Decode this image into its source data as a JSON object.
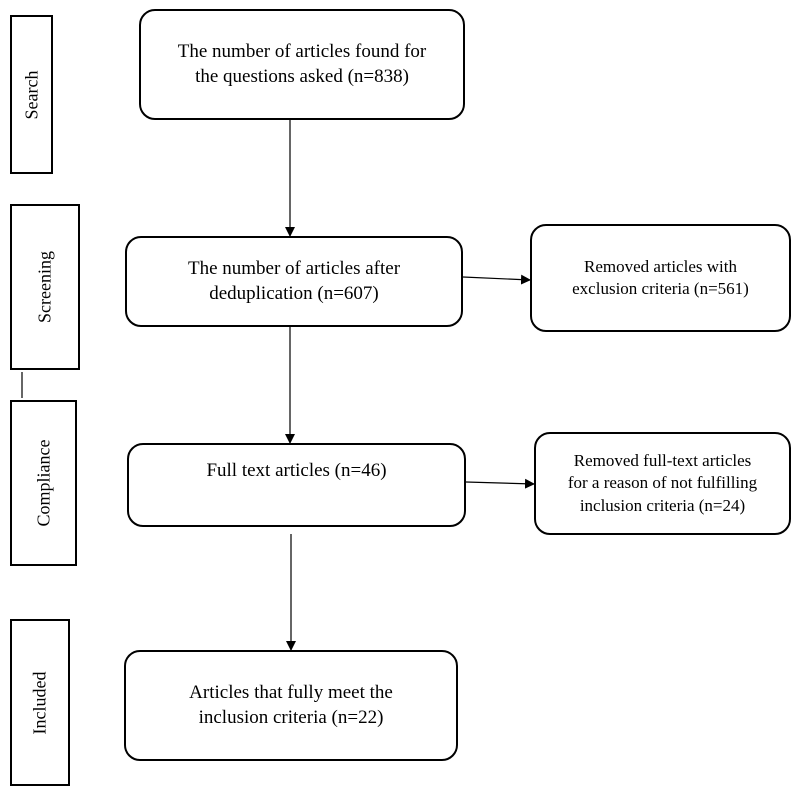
{
  "stages": {
    "search": "Search",
    "screening": "Screening",
    "compliance": "Compliance",
    "included": "Included"
  },
  "boxes": {
    "found": "The number of articles found for\nthe questions asked (n=838)",
    "deduplicated": "The number of articles after\ndeduplication (n=607)",
    "removed_exclusion": "Removed articles with\nexclusion criteria (n=561)",
    "full_text": "Full text articles (n=46)",
    "removed_full_text": "Removed full-text articles\nfor a reason of not fulfilling\ninclusion criteria (n=24)",
    "included": "Articles that fully meet the\ninclusion criteria (n=22)"
  }
}
